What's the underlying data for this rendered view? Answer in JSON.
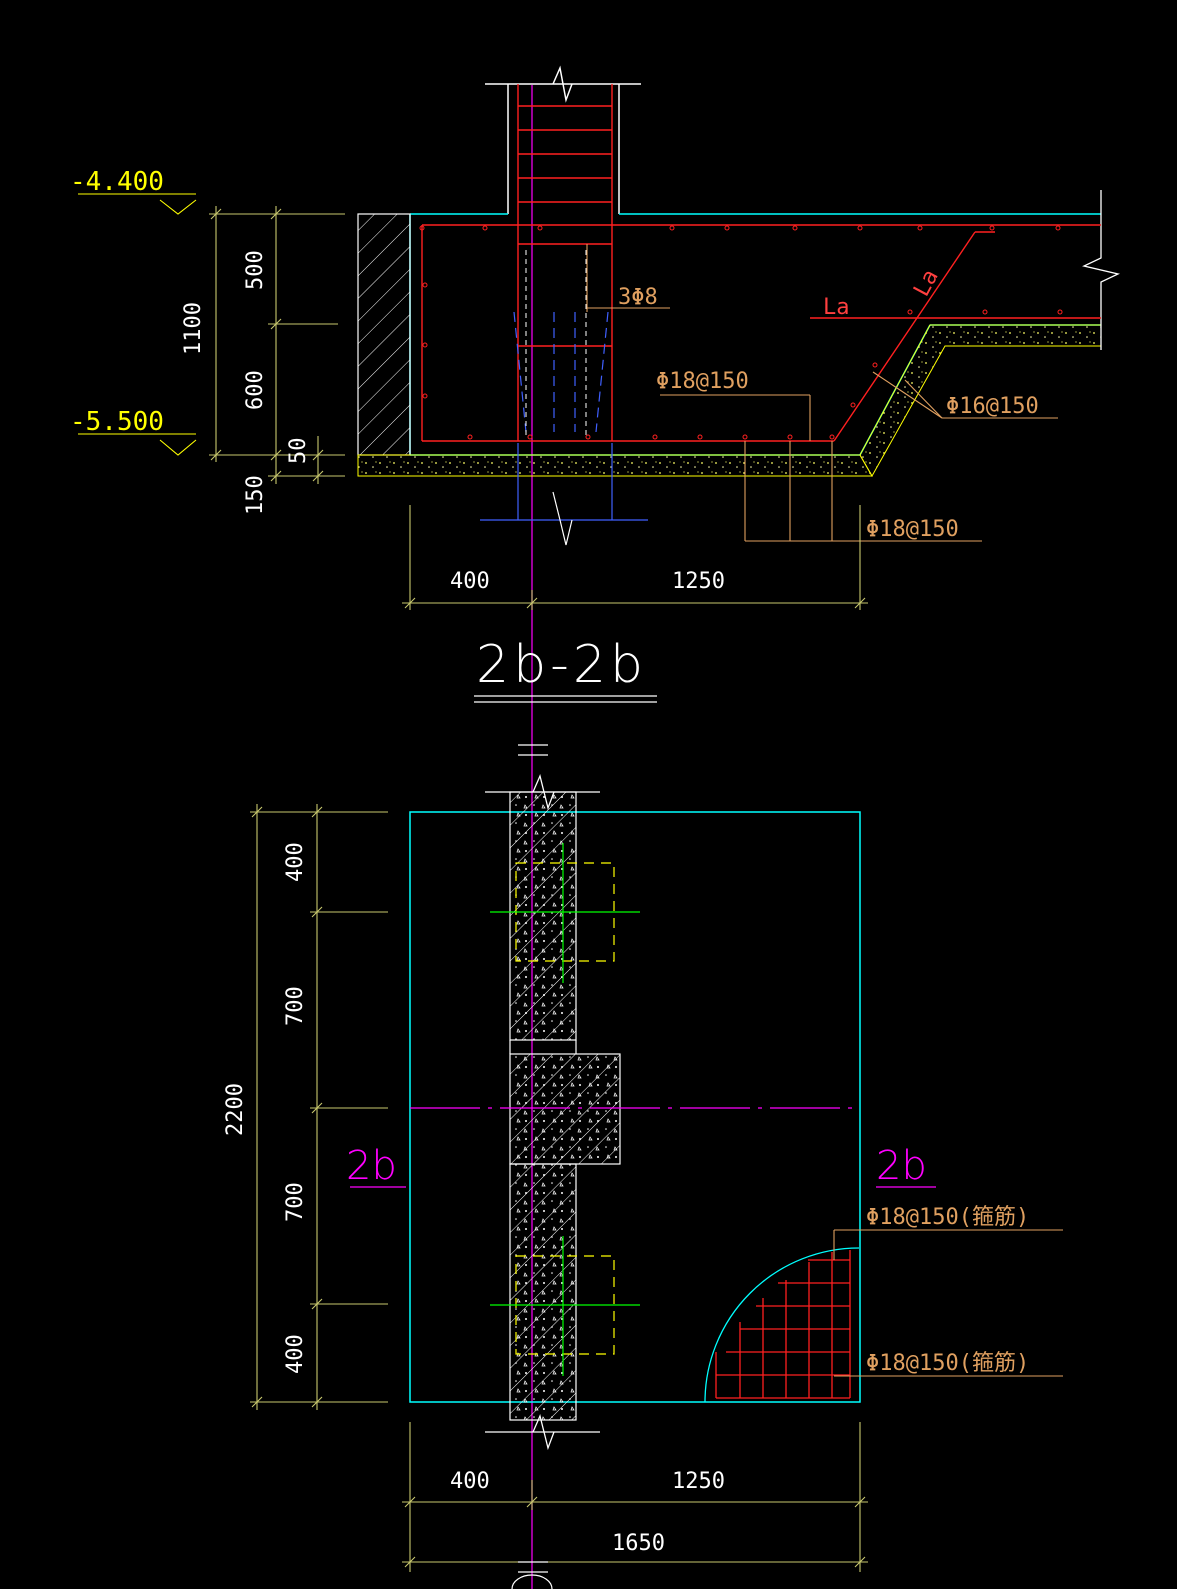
{
  "colors": {
    "background": "#000000",
    "dimension": "#c8c86e",
    "elevation": "#ffff00",
    "concrete_outline": "#00ffff",
    "rebar": "#ff2020",
    "rebar_label": "#e0a060",
    "section_mark": "#ff00ff",
    "plan_green": "#00ff00",
    "plan_yellow": "#ffff00",
    "white_lines": "#ffffff"
  },
  "section": {
    "title": "2b-2b",
    "elevations": {
      "top": "-4.400",
      "bottom": "-5.500"
    },
    "vertical_dims": {
      "total": "1100",
      "upper": "500",
      "lower": "600",
      "cover": "50",
      "cushion": "150"
    },
    "horizontal_dims": {
      "left": "400",
      "right": "1250"
    },
    "labels": {
      "stirrup": "3Φ8",
      "anchor_horizontal": "La",
      "anchor_slanted": "La",
      "bottom_bar_upper": "Φ18@150",
      "slope_bar": "Φ16@150",
      "bottom_bar_lower": "Φ18@150"
    }
  },
  "plan": {
    "section_mark_left": "2b",
    "section_mark_right": "2b",
    "vertical_dims": {
      "total": "2200",
      "d1": "400",
      "d2": "700",
      "d3": "700",
      "d4": "400"
    },
    "horizontal_dims": {
      "left": "400",
      "right": "1250",
      "total": "1650"
    },
    "labels": {
      "rebar_upper": "Φ18@150(箍筋)",
      "rebar_lower": "Φ18@150(箍筋)"
    }
  }
}
